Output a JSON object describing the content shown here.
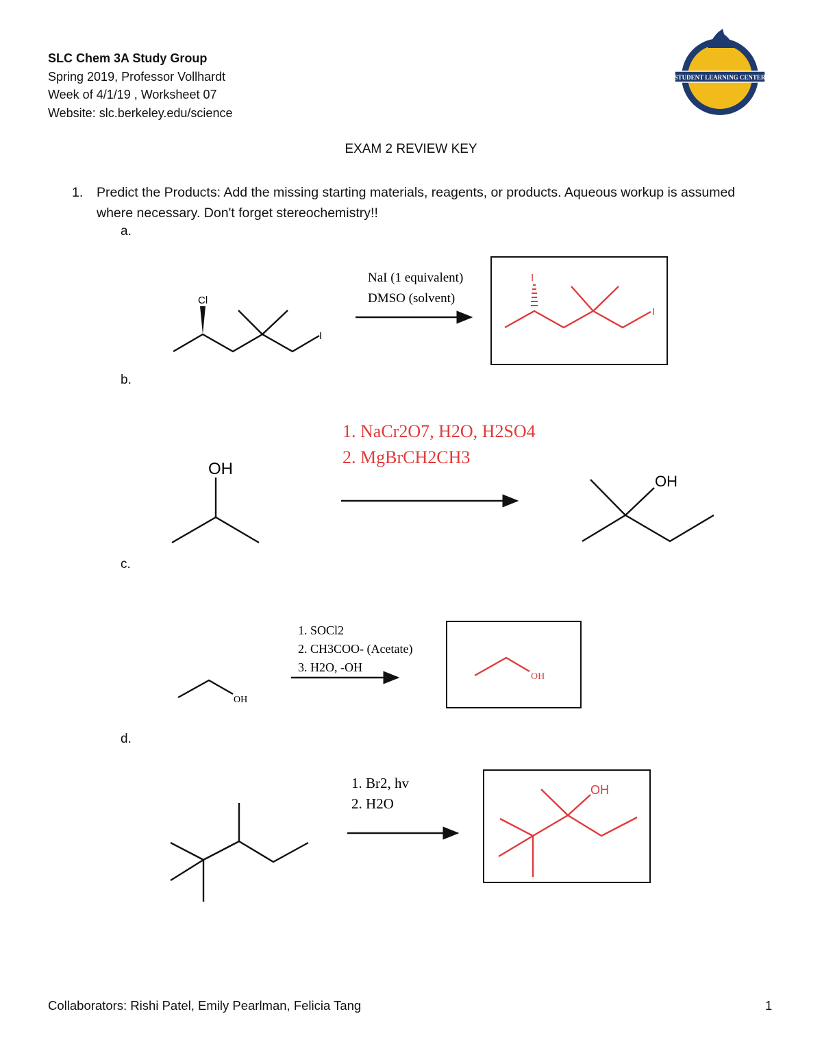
{
  "header": {
    "group": "SLC Chem 3A Study Group",
    "term": "Spring 2019, Professor Vollhardt",
    "week": "Week of 4/1/19 , Worksheet 07",
    "website": "Website: slc.berkeley.edu/science"
  },
  "logo": {
    "text": "STUDENT LEARNING CENTER",
    "colors": {
      "navy": "#1e3a6e",
      "gold": "#f2bb1c"
    }
  },
  "title": "EXAM 2 REVIEW KEY",
  "question": {
    "number": "1.",
    "text": "Predict the Products: Add the missing starting materials, reagents, or products. Aqueous workup is assumed where necessary. Don't forget stereochemistry!!"
  },
  "parts": {
    "a": {
      "label": "a.",
      "start_labels": {
        "cl": "Cl",
        "i": "I"
      },
      "reagents": [
        "NaI (1 equivalent)",
        "DMSO (solvent)"
      ],
      "product_labels": {
        "i1": "I",
        "i2": "I"
      }
    },
    "b": {
      "label": "b.",
      "start_labels": {
        "oh": "OH"
      },
      "reagents": [
        "1. NaCr2O7, H2O, H2SO4",
        "2. MgBrCH2CH3"
      ],
      "product_labels": {
        "oh": "OH"
      }
    },
    "c": {
      "label": "c.",
      "start_labels": {
        "oh": "OH"
      },
      "reagents": [
        "1. SOCl2",
        "2. CH3COO- (Acetate)",
        "3. H2O, -OH"
      ],
      "product_labels": {
        "oh": "OH"
      }
    },
    "d": {
      "label": "d.",
      "reagents": [
        "1. Br2, hv",
        "2. H2O"
      ],
      "product_labels": {
        "oh": "OH"
      }
    }
  },
  "answer_color": "#e03a3a",
  "footer": {
    "collaborators": "Collaborators: Rishi Patel, Emily Pearlman, Felicia Tang",
    "page": "1"
  }
}
